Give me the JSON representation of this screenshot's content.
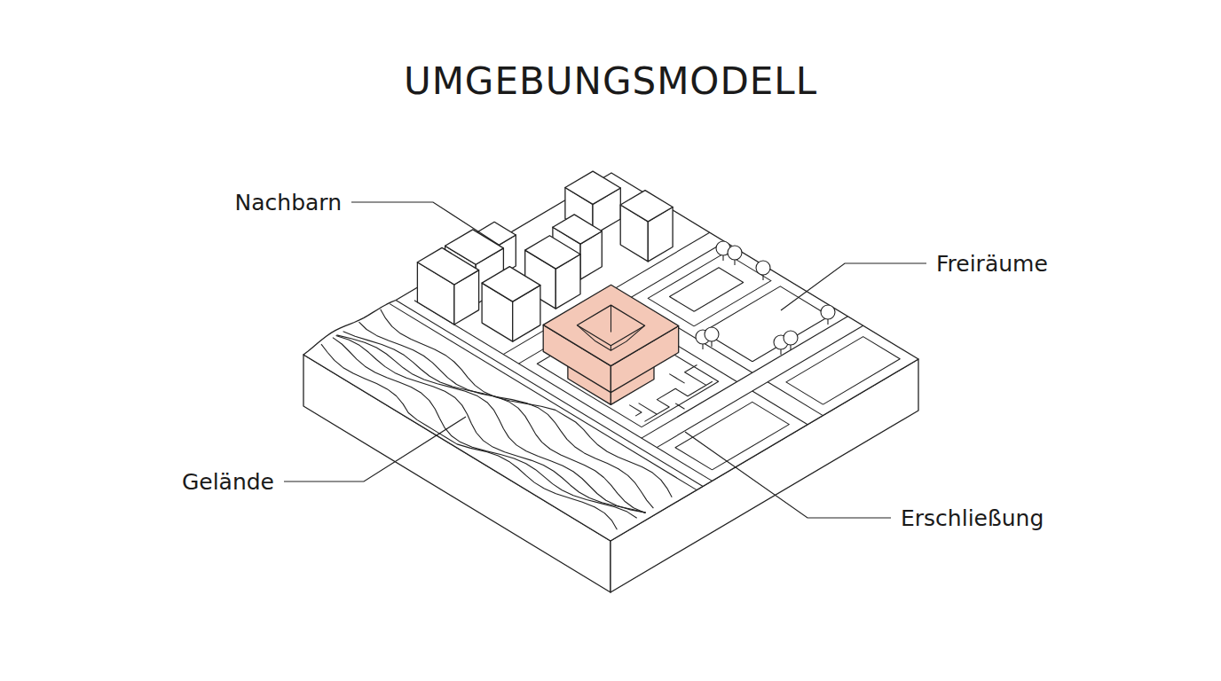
{
  "diagram": {
    "title": "UMGEBUNGSMODELL",
    "labels": [
      "Nachbarn",
      "Freiräume",
      "Gelände",
      "Erschließung"
    ]
  }
}
